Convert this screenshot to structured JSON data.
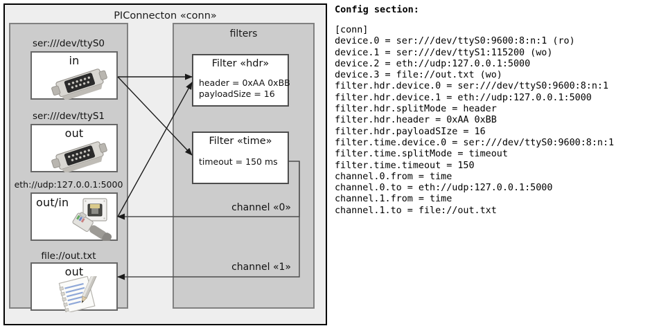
{
  "diagram": {
    "title": "PIConnecton «conn»",
    "devices_panel": {
      "title": "",
      "nodes": [
        {
          "label": "ser:///dev/ttyS0",
          "direction": "in",
          "icon": "serial-port-icon"
        },
        {
          "label": "ser:///dev/ttyS1",
          "direction": "out",
          "icon": "serial-port-icon"
        },
        {
          "label": "eth://udp:127.0.0.1:5000",
          "direction": "out/in",
          "icon": "ethernet-jack-icon"
        },
        {
          "label": "file://out.txt",
          "direction": "out",
          "icon": "text-file-icon"
        }
      ]
    },
    "filters_panel": {
      "title": "filters",
      "filters": [
        {
          "title": "Filter «hdr»",
          "props": [
            "header = 0xAA 0xBB",
            "payloadSize = 16"
          ]
        },
        {
          "title": "Filter «time»",
          "props": [
            "timeout = 150 ms"
          ]
        }
      ]
    },
    "channels": [
      {
        "label": "channel «0»"
      },
      {
        "label": "channel «1»"
      }
    ],
    "colors": {
      "outer_fill": "#eeeeee",
      "outer_border": "#000000",
      "panel_fill": "#cccccc",
      "panel_border": "#808080",
      "node_fill": "#ffffff",
      "node_border": "#666666",
      "filter_border": "#4d4d4d",
      "wire": "#1a1a1a",
      "text": "#111111"
    }
  },
  "config": {
    "heading": "Config section:",
    "lines": [
      "[conn]",
      "device.0 = ser:///dev/ttyS0:9600:8:n:1 (ro)",
      "device.1 = ser:///dev/ttyS1:115200 (wo)",
      "device.2 = eth://udp:127.0.0.1:5000",
      "device.3 = file://out.txt (wo)",
      "filter.hdr.device.0 = ser:///dev/ttyS0:9600:8:n:1",
      "filter.hdr.device.1 = eth://udp:127.0.0.1:5000",
      "filter.hdr.splitMode = header",
      "filter.hdr.header = 0xAA 0xBB",
      "filter.hdr.payloadSIze = 16",
      "filter.time.device.0 = ser:///dev/ttyS0:9600:8:n:1",
      "filter.time.splitMode = timeout",
      "filter.time.timeout = 150",
      "channel.0.from = time",
      "channel.0.to = eth://udp:127.0.0.1:5000",
      "channel.1.from = time",
      "channel.1.to = file://out.txt"
    ]
  }
}
